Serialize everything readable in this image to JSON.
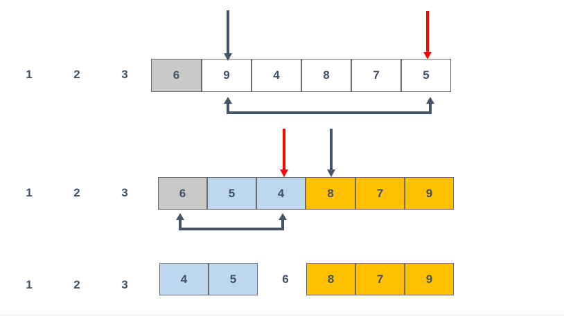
{
  "figure": {
    "title": "quicksort-partition-steps",
    "colors": {
      "pivot_gray": "#c9c9c7",
      "left_partition_blue": "#bdd7ee",
      "right_partition_yellow": "#ffc000",
      "unsorted_white": "#ffffff",
      "text_navy": "#3f5169",
      "arrow_navy": "#44546a",
      "arrow_red": "#fa0505",
      "cell_border": "#6b6b6b",
      "page_background": "#ffffff",
      "hairline": "#e8e8e8"
    }
  },
  "index_labels": [
    "1",
    "2",
    "3"
  ],
  "rows": [
    {
      "id": "row-1",
      "index_labels": [
        "1",
        "2",
        "3"
      ],
      "cells": [
        {
          "value": "6",
          "fill": "gray"
        },
        {
          "value": "9",
          "fill": "white"
        },
        {
          "value": "4",
          "fill": "white"
        },
        {
          "value": "8",
          "fill": "white"
        },
        {
          "value": "7",
          "fill": "white"
        },
        {
          "value": "5",
          "fill": "white"
        }
      ],
      "pointers": [
        {
          "name": "left-pointer",
          "color": "navy",
          "target_cell_index": 1,
          "target_value": "9"
        },
        {
          "name": "right-pointer",
          "color": "red",
          "target_cell_index": 5,
          "target_value": "5"
        }
      ],
      "swap": {
        "from_cell_index": 1,
        "to_cell_index": 5,
        "from_value": "9",
        "to_value": "5"
      }
    },
    {
      "id": "row-2",
      "index_labels": [
        "1",
        "2",
        "3"
      ],
      "cells": [
        {
          "value": "6",
          "fill": "gray"
        },
        {
          "value": "5",
          "fill": "blue"
        },
        {
          "value": "4",
          "fill": "blue"
        },
        {
          "value": "8",
          "fill": "yellow"
        },
        {
          "value": "7",
          "fill": "yellow"
        },
        {
          "value": "9",
          "fill": "yellow"
        }
      ],
      "pointers": [
        {
          "name": "left-pointer",
          "color": "red",
          "target_cell_index": 2,
          "target_value": "4"
        },
        {
          "name": "right-pointer",
          "color": "navy",
          "target_cell_index": 3,
          "target_value": "8"
        }
      ],
      "swap": {
        "from_cell_index": 0,
        "to_cell_index": 2,
        "from_value": "6",
        "to_value": "4"
      }
    },
    {
      "id": "row-3",
      "index_labels": [
        "1",
        "2",
        "3"
      ],
      "cells": [
        {
          "value": "4",
          "fill": "blue"
        },
        {
          "value": "5",
          "fill": "blue"
        }
      ],
      "separator_value": "6",
      "right_cells": [
        {
          "value": "8",
          "fill": "yellow"
        },
        {
          "value": "7",
          "fill": "yellow"
        },
        {
          "value": "9",
          "fill": "yellow"
        }
      ],
      "pointers": [],
      "swap": null
    }
  ]
}
